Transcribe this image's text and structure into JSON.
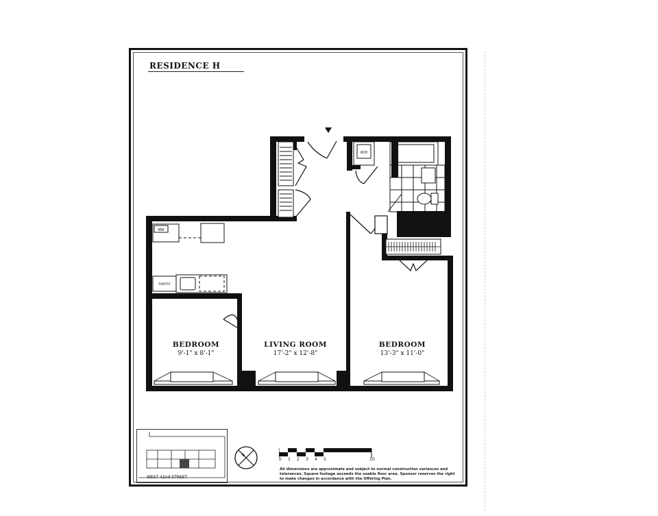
{
  "document": {
    "title": "RESIDENCE H",
    "rooms": [
      {
        "name": "BEDROOM",
        "dimensions": "9'-1\" x 8'-1\""
      },
      {
        "name": "LIVING ROOM",
        "dimensions": "17'-2\" x 12'-8\""
      },
      {
        "name": "BEDROOM",
        "dimensions": "13'-3\" x 11'-0\""
      }
    ],
    "fixture_labels": {
      "washer_dryer": "W/D",
      "microwave": "MW",
      "pantry": "PANTRY"
    },
    "key_plan": {
      "street": "WEST 42nd STREET"
    },
    "scale_bar": {
      "ticks": [
        "0",
        "1",
        "2",
        "3",
        "4",
        "5",
        "10"
      ]
    },
    "disclaimer": "All dimensions are approximate and subject to normal construction variances and tolerances. Square footage exceeds the usable floor area. Sponsor reserves the right to make changes in accordance with the Offering Plan.",
    "colors": {
      "ink": "#111111",
      "paper": "#ffffff",
      "frame": "#111111"
    }
  }
}
